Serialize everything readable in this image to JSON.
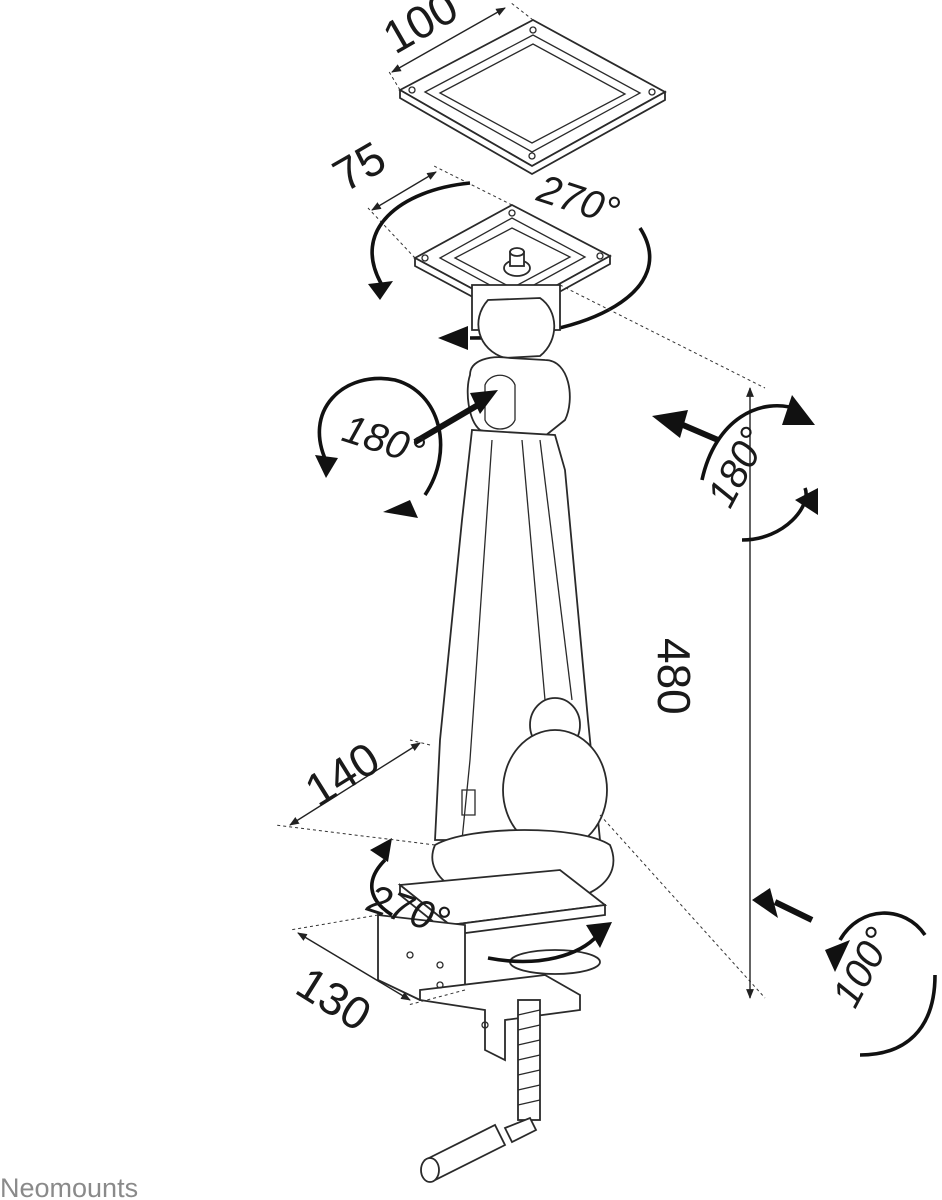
{
  "dimensions": {
    "plate_large": "100",
    "plate_small": "75",
    "height": "480",
    "arm_depth": "140",
    "clamp_width": "130"
  },
  "rotations": {
    "top_swivel": "270°",
    "tilt_left": "180°",
    "tilt_right": "180°",
    "base_swivel": "270°",
    "base_tilt": "100°"
  },
  "brand": "Neomounts",
  "colors": {
    "ink": "#1a1a1a",
    "brand_gray": "#8a8a8a",
    "background": "#ffffff"
  }
}
